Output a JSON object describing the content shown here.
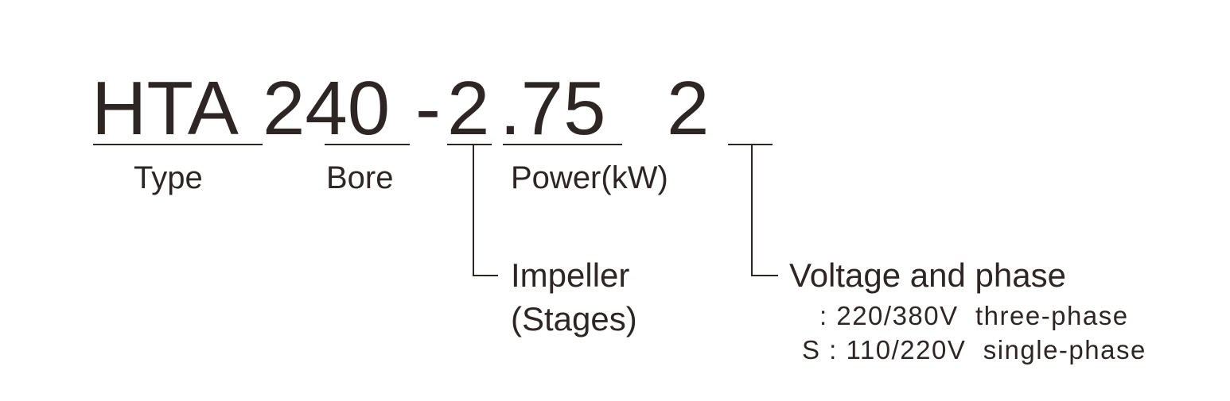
{
  "model_code": {
    "type_part": "HTA",
    "bore_part": "240",
    "dash": "-",
    "stages_part": "2",
    "power_part": ".75",
    "voltage_part": "2"
  },
  "labels": {
    "type": "Type",
    "bore": "Bore",
    "power": "Power(kW)",
    "impeller_line1": "Impeller",
    "impeller_line2": "(Stages)",
    "voltage": "Voltage and phase",
    "voltage_option1": ": 220/380V  three-phase",
    "voltage_option2": "S : 110/220V  single-phase"
  },
  "colors": {
    "text": "#2e2624",
    "background": "#ffffff"
  }
}
